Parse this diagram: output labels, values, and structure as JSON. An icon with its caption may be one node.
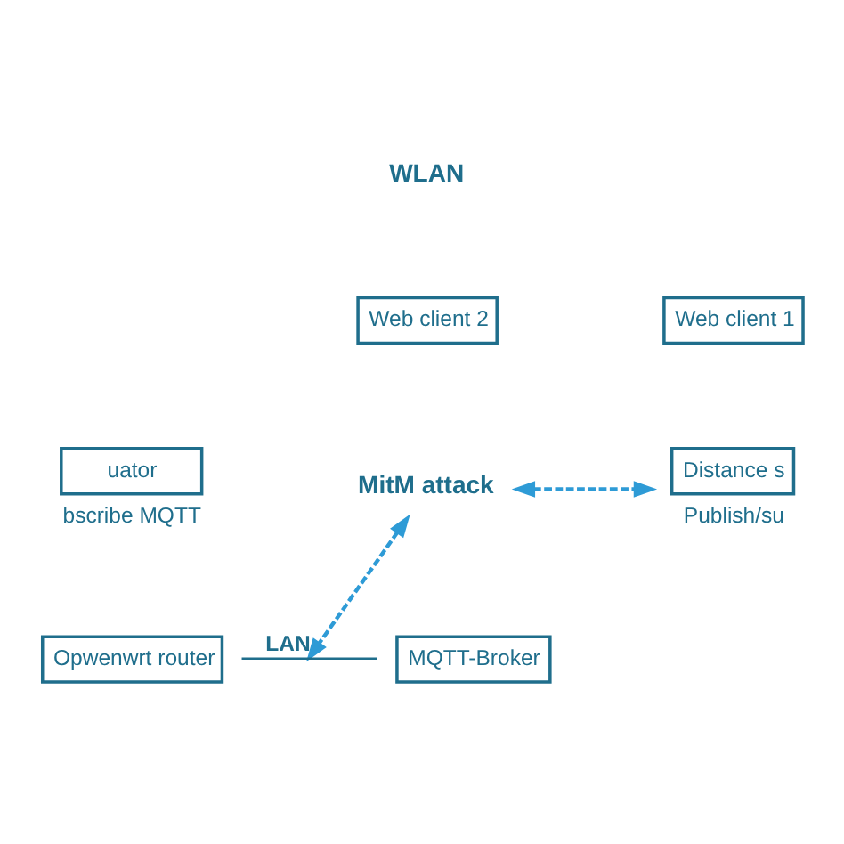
{
  "diagram": {
    "nodes": [
      {
        "text": [
          "Web client 2"
        ]
      },
      {
        "text": [
          "Web client 1"
        ]
      },
      {
        "text": [
          "uator"
        ],
        "beside": [
          "bscribe MQTT"
        ]
      },
      {
        "text": [
          "MitM attack"
        ]
      },
      {
        "text": [
          "Distance s"
        ],
        "beside": [
          "Publish/su"
        ]
      },
      {
        "text": [
          "MQTT-Broker"
        ]
      },
      {
        "text": [
          "Opwenwrt router"
        ]
      }
    ],
    "edges": [
      {
        "from": 3,
        "to": 4,
        "arrow": "both",
        "style": "dashed"
      },
      {
        "from": 3,
        "to": null,
        "arrow": "both",
        "style": "dashed"
      },
      {
        "from": 6,
        "to": 5,
        "arrow": "none",
        "label": "LAN"
      }
    ],
    "labels": [
      "WLAN"
    ]
  }
}
